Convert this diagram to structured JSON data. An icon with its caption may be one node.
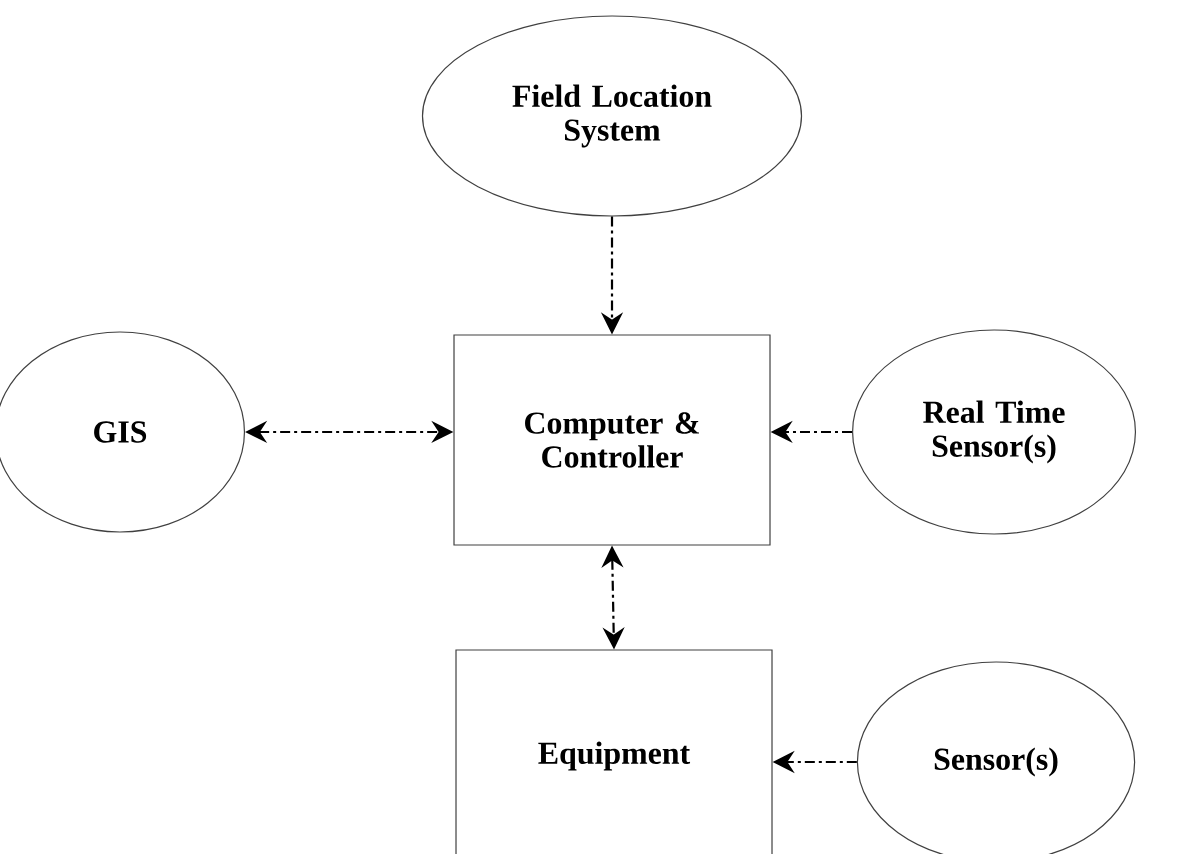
{
  "diagram": {
    "nodes": [
      {
        "text": [
          "Field Location System"
        ]
      },
      {
        "text": [
          "GIS"
        ]
      },
      {
        "text": [
          "Computer & Controller"
        ]
      },
      {
        "text": [
          "Real Time Sensor(s)"
        ]
      },
      {
        "text": [
          "Equipment"
        ]
      },
      {
        "text": [
          "Sensor(s)"
        ]
      }
    ],
    "edges": [
      {
        "from": 0,
        "to": 2,
        "arrow": "to",
        "style": "dashed"
      },
      {
        "from": 1,
        "to": 2,
        "arrow": "both",
        "style": "dashed"
      },
      {
        "from": 3,
        "to": 2,
        "arrow": "to",
        "style": "dashed"
      },
      {
        "from": 2,
        "to": 4,
        "arrow": "both",
        "style": "dashed"
      },
      {
        "from": 5,
        "to": 4,
        "arrow": "to",
        "style": "dashed"
      }
    ]
  }
}
